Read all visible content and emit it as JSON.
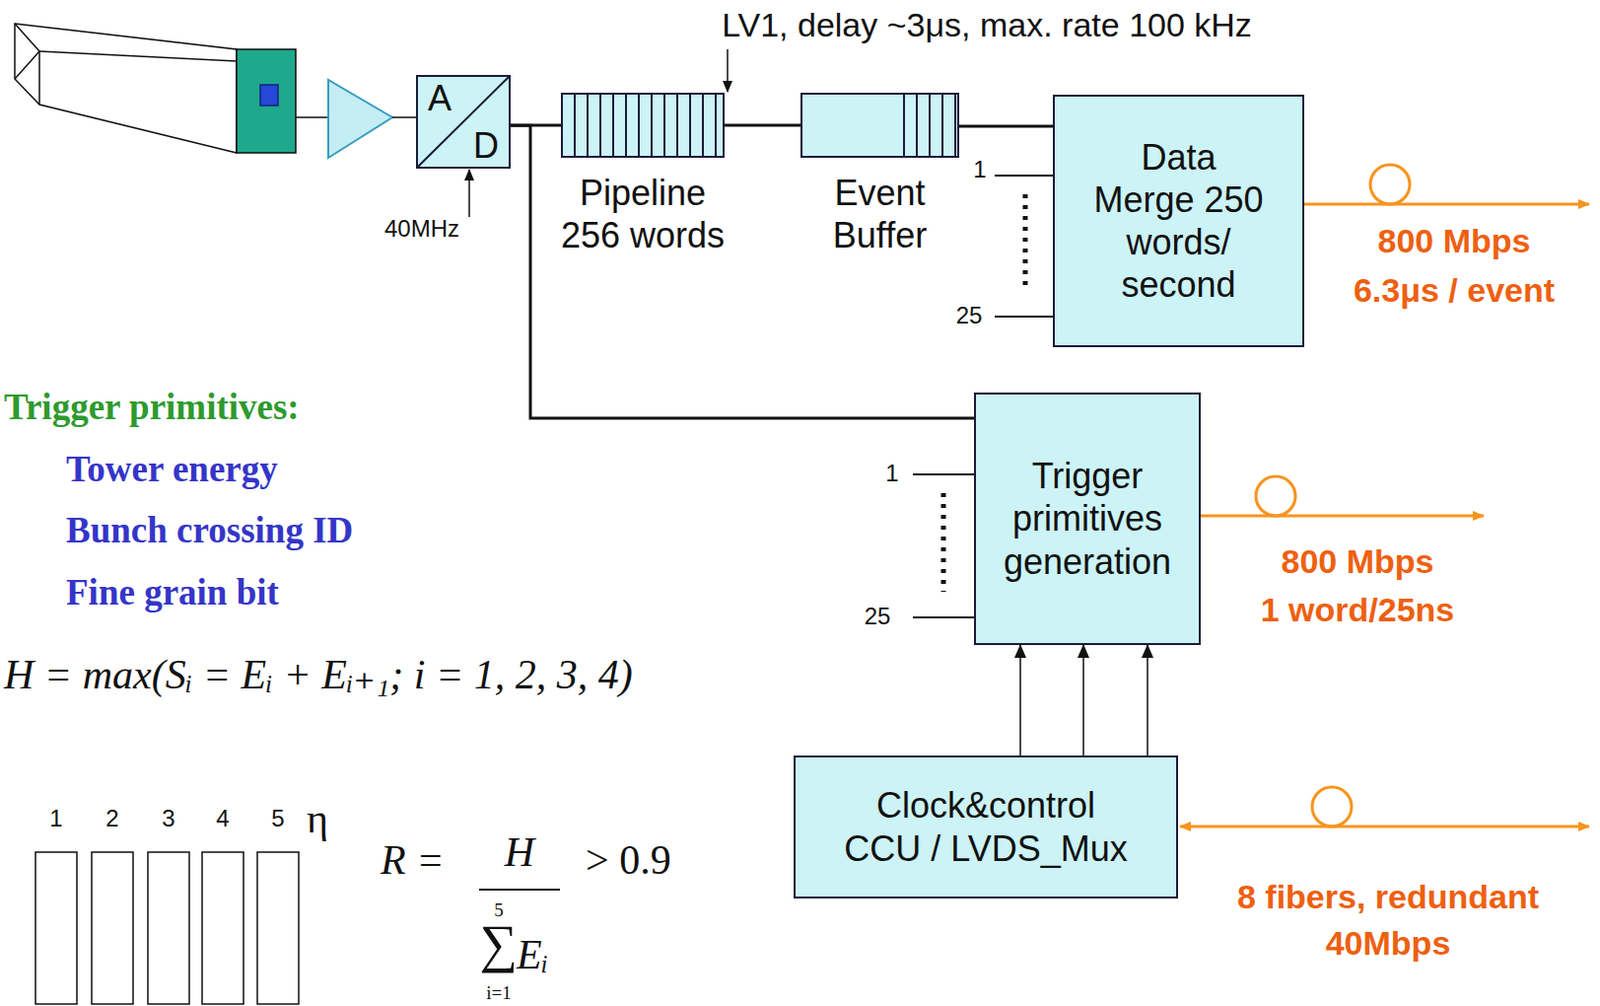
{
  "diagram": {
    "nodes": [
      {
        "text": [
          "A",
          "D"
        ]
      },
      {
        "text": [
          "Pipeline 256 words"
        ]
      },
      {
        "text": [
          "Event Buffer"
        ]
      },
      {
        "text": [
          "Data Merge 250 words/ second"
        ]
      },
      {
        "text": [
          "Trigger primitives generation"
        ]
      },
      {
        "text": [
          "Clock&control CCU / LVDS_Mux"
        ]
      }
    ],
    "edges": [
      {
        "from": 0,
        "to": 1,
        "arrow": "none"
      },
      {
        "from": 1,
        "to": 2,
        "arrow": "none"
      },
      {
        "from": 2,
        "to": 3,
        "arrow": "none"
      },
      {
        "from": 0,
        "to": 4,
        "arrow": "none"
      },
      {
        "from": 5,
        "to": 4,
        "arrow": "to"
      },
      {
        "from": 5,
        "to": 4,
        "arrow": "to"
      },
      {
        "from": 5,
        "to": 4,
        "arrow": "to"
      }
    ],
    "labels": [
      "LV1, delay ~3μs, max. rate 100 kHz",
      "40MHz",
      "1",
      "25",
      "800 Mbps",
      "6.3μs / event",
      "Trigger primitives:",
      "Tower energy",
      "Bunch crossing ID",
      "Fine grain bit",
      "1",
      "25",
      "800 Mbps",
      "1 word/25ns",
      "H = max(Sᵢ = Eᵢ + Eᵢ₊₁; i = 1, 2, 3, 4)",
      "1",
      "2",
      "3",
      "4",
      "5",
      "η",
      "R =",
      "H",
      "5",
      "∑",
      "Eᵢ",
      "i=1",
      "> 0.9",
      "8 fibers, redundant",
      "40Mbps"
    ]
  }
}
